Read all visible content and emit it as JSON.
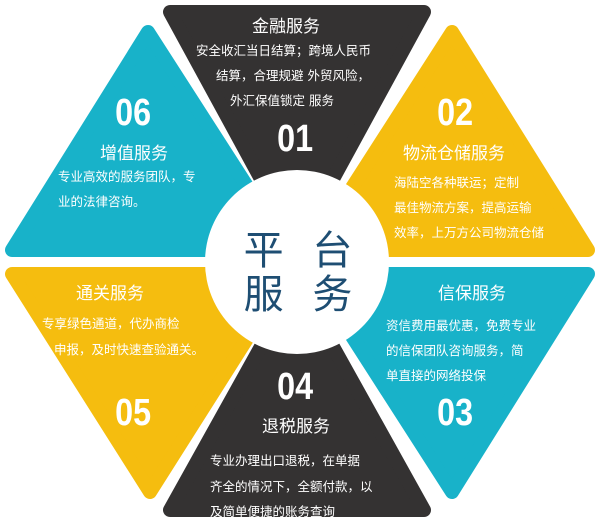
{
  "center": {
    "line1": "平 台",
    "line2": "服 务"
  },
  "segments": [
    {
      "num": "01",
      "title": "金融服务",
      "lines": [
        "安全收汇当日结算；跨境人民币",
        "结算，合理规避 外贸风险，",
        "外汇保值锁定 服务"
      ],
      "color": "#343232"
    },
    {
      "num": "02",
      "title": "物流仓储服务",
      "lines": [
        "海陆空各种联运；定制",
        "最佳物流方案，提高运输",
        "效率，上万方公司物流仓储"
      ],
      "color": "#f5bd0f"
    },
    {
      "num": "03",
      "title": "信保服务",
      "lines": [
        "资信费用最优惠，免费专业",
        "的信保团队咨询服务，简",
        "单直接的网络投保"
      ],
      "color": "#18b2c9"
    },
    {
      "num": "04",
      "title": "退税服务",
      "lines": [
        "专业办理出口退税，在单据",
        "齐全的情况下，全额付款，以",
        "及简单便捷的账务查询"
      ],
      "color": "#343232"
    },
    {
      "num": "05",
      "title": "通关服务",
      "lines": [
        "专享绿色通道，代办商检",
        "申报，及时快速查验通关。"
      ],
      "color": "#f5bd0f"
    },
    {
      "num": "06",
      "title": "增值服务",
      "lines": [
        "专业高效的服务团队，专",
        "业的法律咨询。"
      ],
      "color": "#18b2c9"
    }
  ]
}
